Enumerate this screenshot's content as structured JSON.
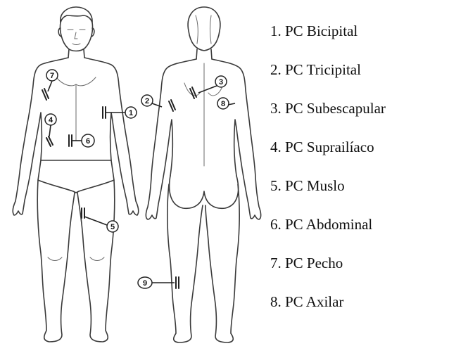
{
  "legend": [
    {
      "text": "1. PC Bicipital"
    },
    {
      "text": "2. PC Tricipital"
    },
    {
      "text": "3. PC Subescapular"
    },
    {
      "text": "4. PC Suprailíaco"
    },
    {
      "text": "5. PC Muslo"
    },
    {
      "text": "6. PC Abdominal"
    },
    {
      "text": "7. PC Pecho"
    },
    {
      "text": "8. PC Axilar"
    }
  ],
  "markers": {
    "m1": "1",
    "m2": "2",
    "m3": "3",
    "m4": "4",
    "m5": "5",
    "m6": "6",
    "m7": "7",
    "m8": "8",
    "m9": "9"
  }
}
